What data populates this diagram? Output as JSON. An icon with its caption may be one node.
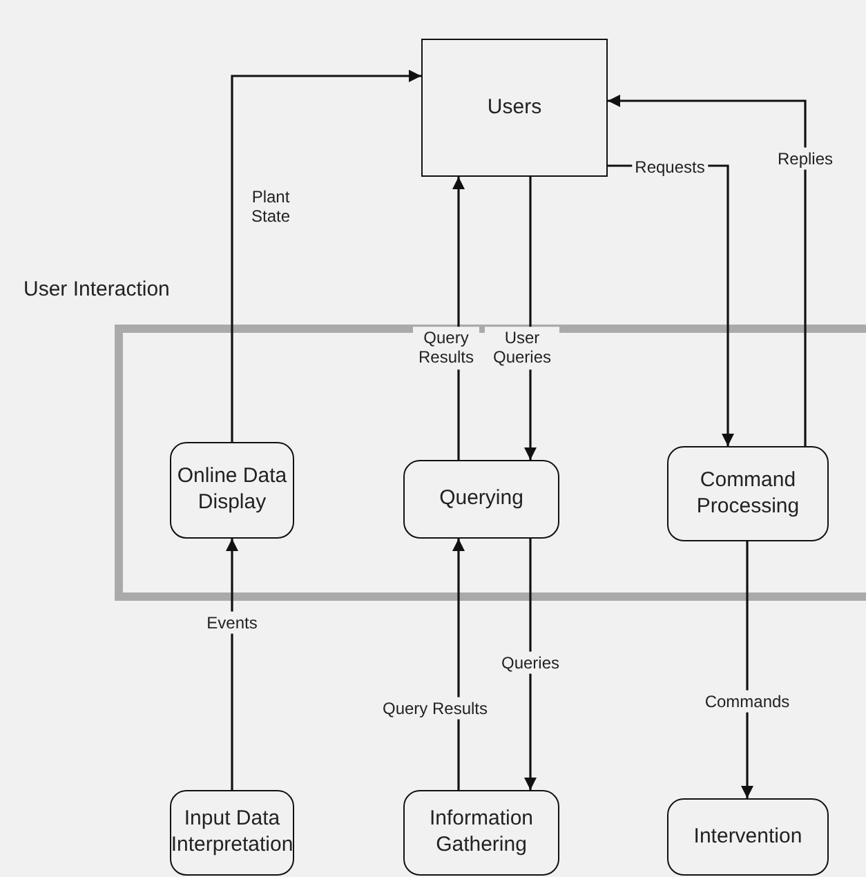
{
  "diagram": {
    "nodes": [
      {
        "text": [
          "Users"
        ]
      },
      {
        "text": [
          "User Interaction"
        ]
      },
      {
        "text": [
          "Online Data Display"
        ],
        "in": 1
      },
      {
        "text": [
          "Querying"
        ],
        "in": 1
      },
      {
        "text": [
          "Command Processing"
        ],
        "in": 1
      },
      {
        "text": [
          "Input Data Interpretation"
        ]
      },
      {
        "text": [
          "Information Gathering"
        ]
      },
      {
        "text": [
          "Intervention"
        ]
      }
    ],
    "edges": [
      {
        "from": 2,
        "to": 0,
        "arrow": "to",
        "label": "Plant State"
      },
      {
        "from": 0,
        "to": 4,
        "arrow": "to",
        "label": "Requests"
      },
      {
        "from": 4,
        "to": 0,
        "arrow": "to",
        "label": "Replies"
      },
      {
        "from": 3,
        "to": 0,
        "arrow": "to",
        "label": "Query Results"
      },
      {
        "from": 0,
        "to": 3,
        "arrow": "to",
        "label": "User Queries"
      },
      {
        "from": 5,
        "to": 2,
        "arrow": "to",
        "label": "Events"
      },
      {
        "from": 6,
        "to": 3,
        "arrow": "to",
        "label": "Query Results"
      },
      {
        "from": 3,
        "to": 6,
        "arrow": "to",
        "label": "Queries"
      },
      {
        "from": 4,
        "to": 7,
        "arrow": "to",
        "label": "Commands"
      }
    ]
  }
}
